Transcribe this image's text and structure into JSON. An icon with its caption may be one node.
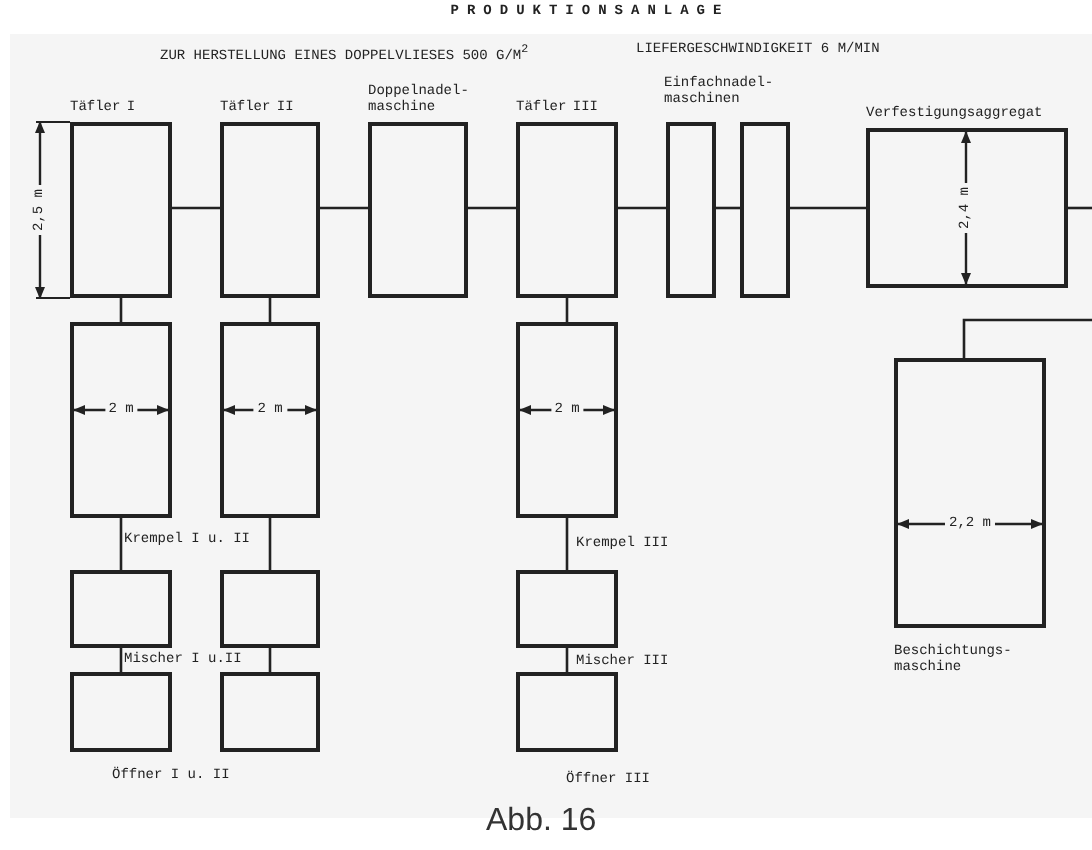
{
  "diagram": {
    "title": "PRODUKTIONSANLAGE",
    "caption": "Abb. 16",
    "nodes": [
      {
        "text": [
          "Täfler I"
        ]
      },
      {
        "text": [
          "Täfler II"
        ]
      },
      {
        "text": [
          "Doppelnadel- maschine"
        ]
      },
      {
        "text": [
          "Täfler III"
        ]
      },
      {
        "text": [],
        "shape": "box"
      },
      {
        "text": [],
        "shape": "box"
      },
      {
        "text": [
          "Verfestigungsaggregat"
        ]
      },
      {
        "text": [
          "Beschichtungs- maschine"
        ]
      },
      {
        "text": [],
        "shape": "box"
      },
      {
        "text": [],
        "shape": "box"
      },
      {
        "text": [],
        "shape": "box"
      },
      {
        "text": [],
        "shape": "box"
      },
      {
        "text": [],
        "shape": "box"
      },
      {
        "text": [],
        "shape": "box"
      },
      {
        "text": [],
        "shape": "box"
      },
      {
        "text": [],
        "shape": "box"
      },
      {
        "text": [],
        "shape": "box"
      }
    ],
    "edges": [
      {
        "from": 0,
        "to": 1,
        "arrow": "none"
      },
      {
        "from": 1,
        "to": 2,
        "arrow": "none"
      },
      {
        "from": 2,
        "to": 3,
        "arrow": "none"
      },
      {
        "from": 3,
        "to": 4,
        "arrow": "none"
      },
      {
        "from": 4,
        "to": 5,
        "arrow": "none"
      },
      {
        "from": 5,
        "to": 6,
        "arrow": "none"
      },
      {
        "from": 6,
        "to": null,
        "arrow": "none"
      },
      {
        "from": null,
        "to": 7,
        "arrow": "none"
      },
      {
        "from": 8,
        "to": 0,
        "arrow": "none"
      },
      {
        "from": 9,
        "to": 1,
        "arrow": "none"
      },
      {
        "from": 10,
        "to": 3,
        "arrow": "none"
      },
      {
        "from": 11,
        "to": 8,
        "arrow": "none"
      },
      {
        "from": 12,
        "to": 9,
        "arrow": "none"
      },
      {
        "from": 13,
        "to": 10,
        "arrow": "none"
      },
      {
        "from": 14,
        "to": 11,
        "arrow": "none"
      },
      {
        "from": 15,
        "to": 12,
        "arrow": "none"
      },
      {
        "from": 16,
        "to": 13,
        "arrow": "none"
      }
    ],
    "labels": [
      "ZUR HERSTELLUNG EINES DOPPELVLIESES 500 G/M$^{2}$",
      "LIEFERGESCHWINDIGKEIT 6 M/MIN",
      "Einfachnadel- maschinen",
      "2,5 m",
      "2 m",
      "2 m",
      "2 m",
      "2,4 m",
      "2,2 m",
      "Krempel I u. II",
      "Krempel III",
      "Mischer I u.II",
      "Mischer III",
      "Öffner I u. II",
      "Öffner III"
    ]
  }
}
